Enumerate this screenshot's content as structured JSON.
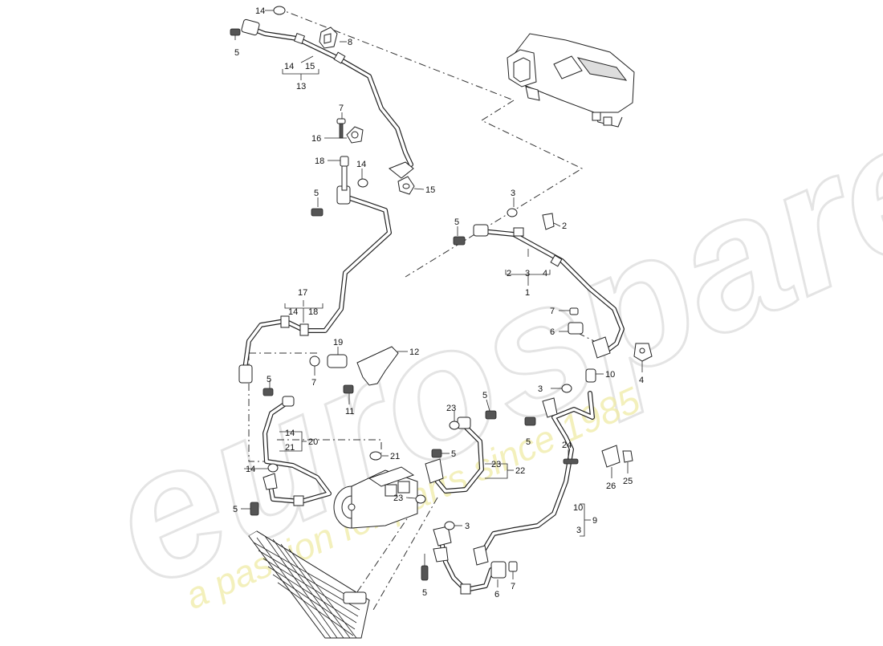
{
  "watermark": {
    "brand": "eurospares",
    "tagline": "a passion for parts since 1985"
  },
  "callouts": [
    {
      "id": "c5-top",
      "text": "5"
    },
    {
      "id": "c14-top",
      "text": "14"
    },
    {
      "id": "c8",
      "text": "8"
    },
    {
      "id": "c14-bracket13",
      "text": "14"
    },
    {
      "id": "c15-bracket13",
      "text": "15"
    },
    {
      "id": "c13",
      "text": "13"
    },
    {
      "id": "c7-upper",
      "text": "7"
    },
    {
      "id": "c16",
      "text": "16"
    },
    {
      "id": "c18-upper",
      "text": "18"
    },
    {
      "id": "c14-mid",
      "text": "14"
    },
    {
      "id": "c15",
      "text": "15"
    },
    {
      "id": "c5-mid",
      "text": "5"
    },
    {
      "id": "c3-upper",
      "text": "3"
    },
    {
      "id": "c2-upper",
      "text": "2"
    },
    {
      "id": "c5-right",
      "text": "5"
    },
    {
      "id": "c2-bracket1",
      "text": "2"
    },
    {
      "id": "c3-bracket1",
      "text": "3"
    },
    {
      "id": "c4-bracket1",
      "text": "4"
    },
    {
      "id": "c1",
      "text": "1"
    },
    {
      "id": "c17",
      "text": "17"
    },
    {
      "id": "c14-bracket17",
      "text": "14"
    },
    {
      "id": "c18-bracket17",
      "text": "18"
    },
    {
      "id": "c7-right",
      "text": "7"
    },
    {
      "id": "c6-right",
      "text": "6"
    },
    {
      "id": "c4-right",
      "text": "4"
    },
    {
      "id": "c19",
      "text": "19"
    },
    {
      "id": "c12",
      "text": "12"
    },
    {
      "id": "c7-mid",
      "text": "7"
    },
    {
      "id": "c5-left",
      "text": "5"
    },
    {
      "id": "c11",
      "text": "11"
    },
    {
      "id": "c10-upper",
      "text": "10"
    },
    {
      "id": "c3-mid",
      "text": "3"
    },
    {
      "id": "c23-upper",
      "text": "23"
    },
    {
      "id": "c5-compressor",
      "text": "5"
    },
    {
      "id": "c14-bracket20",
      "text": "14"
    },
    {
      "id": "c21-bracket20",
      "text": "21"
    },
    {
      "id": "c20",
      "text": "20"
    },
    {
      "id": "c5-lower",
      "text": "5"
    },
    {
      "id": "c24",
      "text": "24"
    },
    {
      "id": "c21",
      "text": "21"
    },
    {
      "id": "c5-line22",
      "text": "5"
    },
    {
      "id": "c23-bracket22",
      "text": "23"
    },
    {
      "id": "c22",
      "text": "22"
    },
    {
      "id": "c14-lower",
      "text": "14"
    },
    {
      "id": "c26",
      "text": "26"
    },
    {
      "id": "c25",
      "text": "25"
    },
    {
      "id": "c23-lower",
      "text": "23"
    },
    {
      "id": "c5-bottom-left",
      "text": "5"
    },
    {
      "id": "c10-bracket9",
      "text": "10"
    },
    {
      "id": "c3-bracket9",
      "text": "3"
    },
    {
      "id": "c9",
      "text": "9"
    },
    {
      "id": "c3-lower",
      "text": "3"
    },
    {
      "id": "c5-bottom",
      "text": "5"
    },
    {
      "id": "c6-bottom",
      "text": "6"
    },
    {
      "id": "c7-bottom",
      "text": "7"
    }
  ]
}
